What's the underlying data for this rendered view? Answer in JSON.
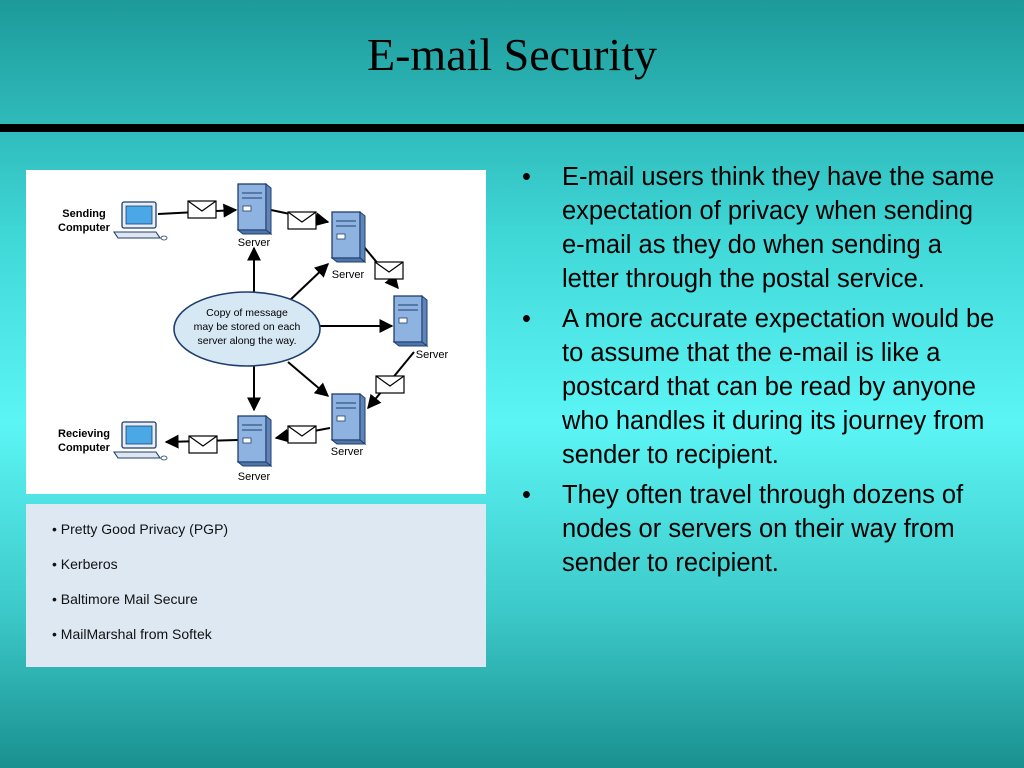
{
  "slide": {
    "title": "E-mail Security"
  },
  "diagram": {
    "sending_label_1": "Sending",
    "sending_label_2": "Computer",
    "receiving_label_1": "Recieving",
    "receiving_label_2": "Computer",
    "server_label": "Server",
    "note_line_1": "Copy of message",
    "note_line_2": "may be stored on each",
    "note_line_3": "server along the way."
  },
  "protocols": {
    "items": [
      "Pretty Good Privacy (PGP)",
      "Kerberos",
      "Baltimore Mail Secure",
      "MailMarshal from Softek"
    ]
  },
  "bullets": [
    "E-mail users think they have the same expectation of privacy when sending e-mail as they do when sending a letter through the postal service.",
    "A more accurate expectation would be to assume that the e-mail is like a postcard that can be read by anyone who handles it during its journey from sender to recipient.",
    "They often travel through dozens of nodes or servers on their way from sender to recipient."
  ],
  "colors": {
    "server_fill": "#8fb3e0",
    "monitor_fill": "#4aa8e6",
    "ellipse_fill": "#d7e8f5"
  }
}
